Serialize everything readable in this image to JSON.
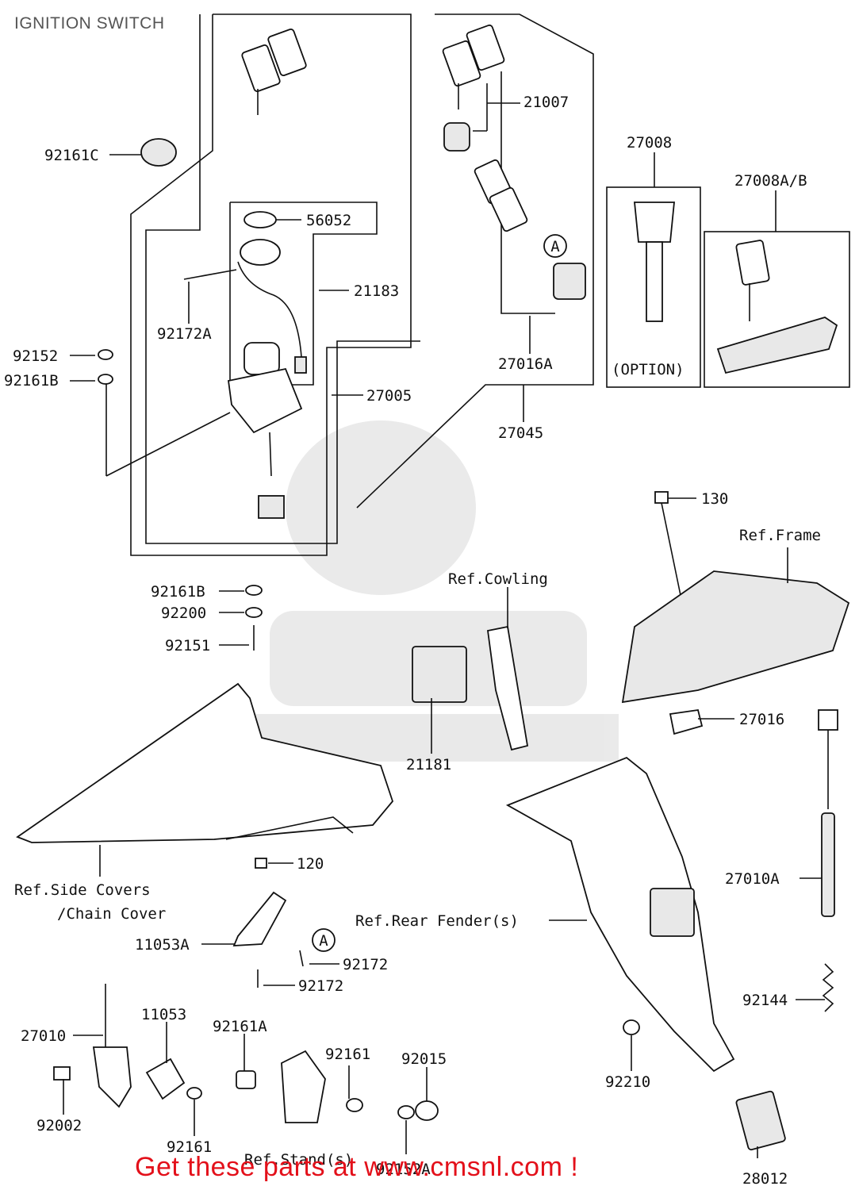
{
  "title": "IGNITION SWITCH",
  "footer": "Get these parts at www.cmsnl.com !",
  "accent_color": "#e3101a",
  "labels": {
    "p21007": "21007",
    "p27008": "27008",
    "p92161C": "92161C",
    "p56052": "56052",
    "p27008AB": "27008A/B",
    "p21183": "21183",
    "p92172A": "92172A",
    "p92152": "92152",
    "p92161B_top": "92161B",
    "p27016A": "27016A",
    "option": "(OPTION)",
    "p27005": "27005",
    "p27045": "27045",
    "p130": "130",
    "ref_frame": "Ref.Frame",
    "ref_cowling": "Ref.Cowling",
    "p92161B": "92161B",
    "p92200": "92200",
    "p92151": "92151",
    "p27016": "27016",
    "p21181": "21181",
    "ref_side_covers": "Ref.Side Covers",
    "chain_cover": "/Chain Cover",
    "p120": "120",
    "p27010A": "27010A",
    "ref_rear_fender": "Ref.Rear Fender(s)",
    "p11053A": "11053A",
    "p92172_a": "92172",
    "p92172_b": "92172",
    "p92144": "92144",
    "p11053": "11053",
    "p92161A": "92161A",
    "p27010": "27010",
    "p92161_right": "92161",
    "p92015": "92015",
    "p92210": "92210",
    "p92002": "92002",
    "p92161_left": "92161",
    "ref_stand": "Ref.Stand(s)",
    "p92152A": "92152A",
    "p28012": "28012",
    "callout_a": "A"
  }
}
